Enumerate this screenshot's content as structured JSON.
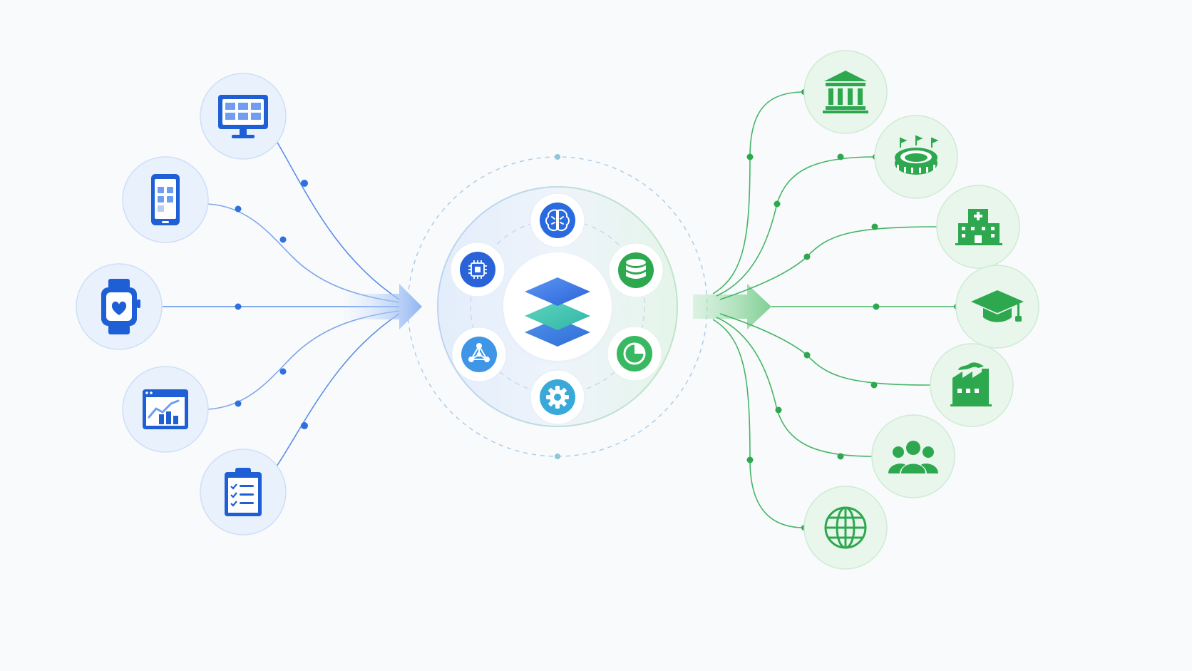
{
  "colors": {
    "background": "#f8fafc",
    "input_blue": "#1f5fd6",
    "input_circle_fill": "#e9f1fc",
    "input_circle_stroke": "#cfdff6",
    "output_green": "#2ea84f",
    "output_circle_fill": "#e9f6ec",
    "output_circle_stroke": "#cdebd5",
    "connector_blue": "#4d86e6",
    "connector_green": "#45b565",
    "hub_dashed": "#a9cbe8"
  },
  "inputs": [
    {
      "id": "monitor",
      "icon": "monitor-dashboard-icon"
    },
    {
      "id": "mobile",
      "icon": "mobile-app-icon"
    },
    {
      "id": "smartwatch",
      "icon": "smartwatch-heart-icon"
    },
    {
      "id": "analytics",
      "icon": "analytics-chart-icon"
    },
    {
      "id": "checklist",
      "icon": "clipboard-checklist-icon"
    }
  ],
  "hub": {
    "center_icon": "layers-stack-icon",
    "satellites": [
      {
        "id": "brain",
        "icon": "brain-icon",
        "tone": "blue"
      },
      {
        "id": "database",
        "icon": "database-icon",
        "tone": "green"
      },
      {
        "id": "pie",
        "icon": "pie-chart-icon",
        "tone": "green"
      },
      {
        "id": "settings",
        "icon": "gear-icon",
        "tone": "teal"
      },
      {
        "id": "network",
        "icon": "network-graph-icon",
        "tone": "teal"
      },
      {
        "id": "chip",
        "icon": "cpu-chip-icon",
        "tone": "blue"
      }
    ]
  },
  "outputs": [
    {
      "id": "government",
      "icon": "government-building-icon"
    },
    {
      "id": "stadium",
      "icon": "stadium-icon"
    },
    {
      "id": "hospital",
      "icon": "hospital-icon"
    },
    {
      "id": "education",
      "icon": "graduation-cap-icon"
    },
    {
      "id": "factory",
      "icon": "factory-icon"
    },
    {
      "id": "community",
      "icon": "people-group-icon"
    },
    {
      "id": "global",
      "icon": "globe-icon"
    }
  ]
}
